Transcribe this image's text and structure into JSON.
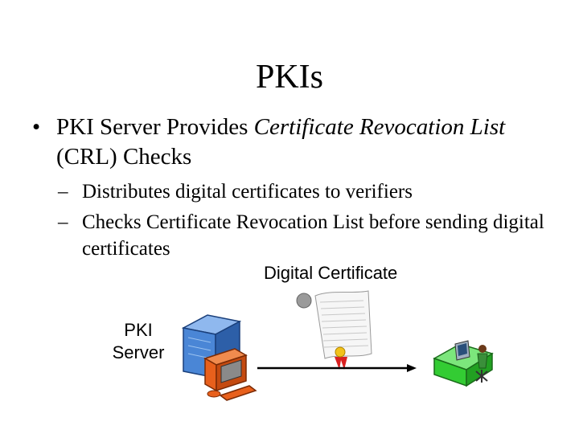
{
  "slide": {
    "title": "PKIs",
    "bullet1": {
      "marker": "•",
      "text_pre": "PKI Server Provides ",
      "text_italic": "Certificate Revocation List",
      "text_post": " (CRL) Checks"
    },
    "sub_bullets": [
      {
        "marker": "–",
        "text": "Distributes digital certificates to verifiers"
      },
      {
        "marker": "–",
        "text": "Checks Certificate Revocation List before sending digital certificates"
      }
    ]
  },
  "diagram": {
    "certificate_label": "Digital Certificate",
    "server_label_line1": "PKI",
    "server_label_line2": "Server",
    "icons": [
      "server-icon",
      "certificate-icon",
      "arrow-icon",
      "user-workstation-icon"
    ]
  },
  "colors": {
    "server_blue": "#4a86d6",
    "server_orange": "#e8601c",
    "workstation_green": "#33cc33",
    "seal_yellow": "#f2c21a",
    "seal_red": "#d92020"
  }
}
